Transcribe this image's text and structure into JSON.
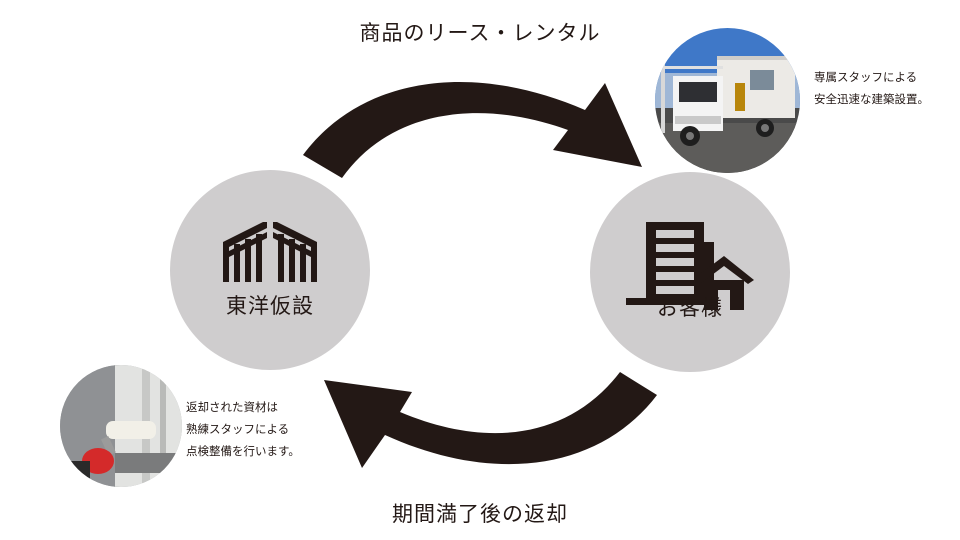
{
  "labels": {
    "top": "商品のリース・レンタル",
    "bottom": "期間満了後の返却"
  },
  "nodes": {
    "company": {
      "label": "東洋仮設",
      "icon": "building-logo-icon"
    },
    "customer": {
      "label": "お客様",
      "icon": "building-house-icon"
    }
  },
  "captions": {
    "delivery": [
      "専属スタッフによる",
      "安全迅速な建築設置。"
    ],
    "maintenance": [
      "返却された資材は",
      "熟練スタッフによる",
      "点検整備を行います。"
    ]
  },
  "colors": {
    "arrow": "#231815",
    "circle": "#cfcdce",
    "icon": "#231815"
  }
}
